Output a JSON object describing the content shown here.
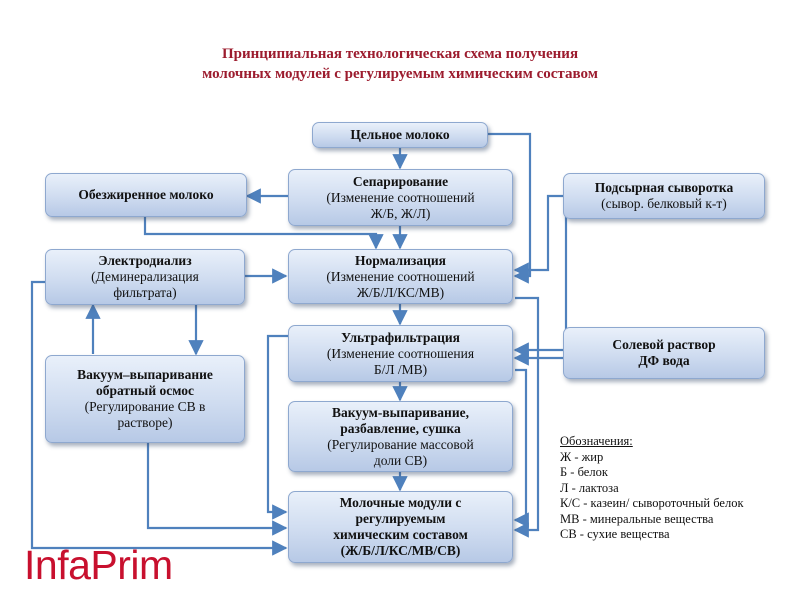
{
  "title": {
    "line1": "Принципиальная технологическая схема получения",
    "line2": "молочных модулей с регулируемым химическим составом"
  },
  "boxes": {
    "whole_milk": {
      "line1": "Цельное молоко"
    },
    "skim_milk": {
      "line1": "Обезжиренное молоко"
    },
    "separation": {
      "line1": "Сепарирование",
      "line2": "(Изменение соотношений",
      "line3": "Ж/Б, Ж/Л)"
    },
    "cheese_whey": {
      "line1": "Подсырная сыворотка",
      "line2": "(сывор. белковый к-т)"
    },
    "electrodialysis": {
      "line1": "Электродиализ",
      "line2": "(Деминерализация",
      "line3": "фильтрата)"
    },
    "normalization": {
      "line1": "Нормализация",
      "line2": "(Изменение соотношений",
      "line3": "Ж/Б/Л/КС/МВ)"
    },
    "ultrafiltration": {
      "line1": "Ультрафильтрация",
      "line2": "(Изменение соотношения",
      "line3": "Б/Л /МВ)"
    },
    "salt_solution": {
      "line1": "Солевой раствор",
      "line2": "ДФ вода"
    },
    "vacuum_osmosis": {
      "line1": "Вакуум–выпаривание",
      "line2": "обратный осмос",
      "line3": "(Регулирование СВ в",
      "line4": "растворе)"
    },
    "vacuum_drying": {
      "line1": "Вакуум-выпаривание,",
      "line2": "разбавление, сушка",
      "line3": "(Регулирование массовой",
      "line4": "доли СВ)"
    },
    "milk_modules": {
      "line1": "Молочные модули с",
      "line2": "регулируемым",
      "line3": "химическим составом",
      "line4": "(Ж/Б/Л/КС/МВ/СВ)"
    }
  },
  "legend": {
    "heading": "Обозначения:",
    "items": [
      "Ж - жир",
      "Б - белок",
      "Л - лактоза",
      "К/С - казеин/ сывороточный белок",
      "МВ - минеральные вещества",
      "СВ - сухие вещества"
    ]
  },
  "logo": {
    "text": "InfaPrim"
  },
  "colors": {
    "title": "#9c1c2e",
    "arrow": "#4f81bd",
    "box_fill_top": "#e9f0fa",
    "box_fill_bottom": "#b7c9e6",
    "box_border": "#8ea8cf",
    "logo": "#c8102e"
  }
}
